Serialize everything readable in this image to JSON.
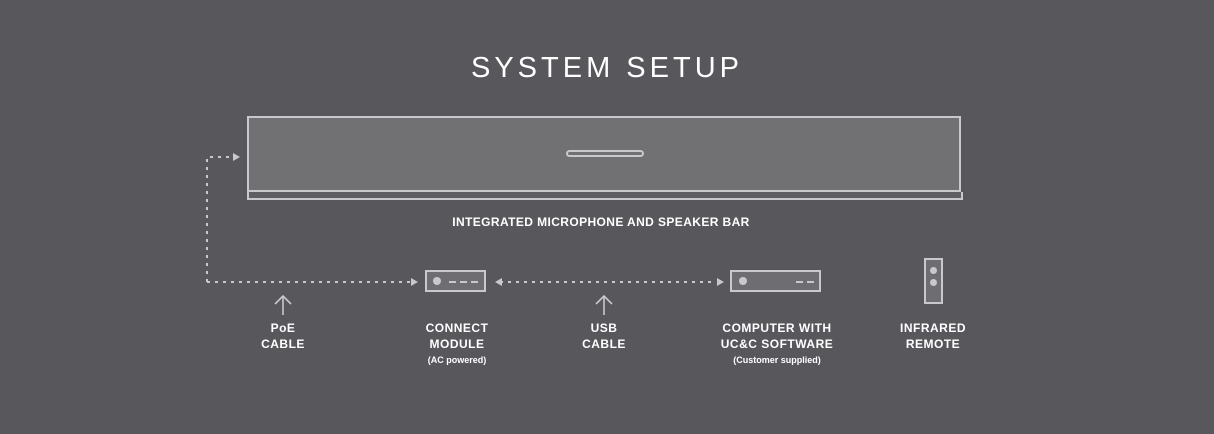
{
  "title": "SYSTEM SETUP",
  "speaker_bar": {
    "label": "INTEGRATED MICROPHONE AND SPEAKER BAR"
  },
  "components": [
    {
      "id": "poe-cable",
      "line1": "PoE",
      "line2": "CABLE",
      "note": ""
    },
    {
      "id": "connect-module",
      "line1": "CONNECT",
      "line2": "MODULE",
      "note": "(AC powered)"
    },
    {
      "id": "usb-cable",
      "line1": "USB",
      "line2": "CABLE",
      "note": ""
    },
    {
      "id": "computer",
      "line1": "COMPUTER WITH",
      "line2": "UC&C SOFTWARE",
      "note": "(Customer supplied)"
    },
    {
      "id": "infrared-remote",
      "line1": "INFRARED",
      "line2": "REMOTE",
      "note": ""
    }
  ],
  "colors": {
    "background": "#58575c",
    "bar_fill": "#717073",
    "stroke": "#c9c8cb",
    "text": "#ffffff"
  }
}
